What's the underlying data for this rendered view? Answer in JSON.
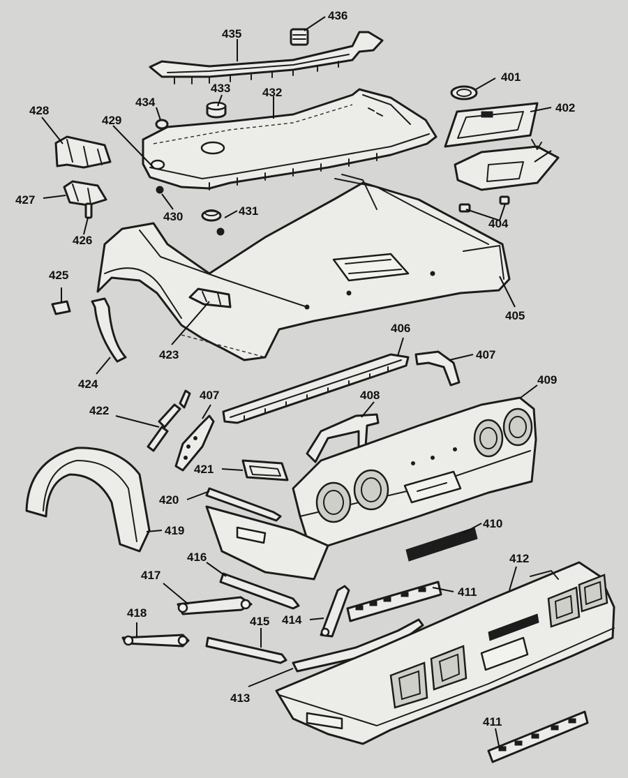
{
  "callouts": {
    "c401": "401",
    "c402": "402",
    "c404": "404",
    "c405": "405",
    "c406": "406",
    "c407a": "407",
    "c407b": "407",
    "c408": "408",
    "c409": "409",
    "c410": "410",
    "c411a": "411",
    "c411b": "411",
    "c412": "412",
    "c413": "413",
    "c414": "414",
    "c415": "415",
    "c416": "416",
    "c417": "417",
    "c418": "418",
    "c419": "419",
    "c420": "420",
    "c421": "421",
    "c422": "422",
    "c423": "423",
    "c424": "424",
    "c425": "425",
    "c426": "426",
    "c427": "427",
    "c428": "428",
    "c429": "429",
    "c430": "430",
    "c431": "431",
    "c432": "432",
    "c433": "433",
    "c434": "434",
    "c435": "435",
    "c436": "436"
  }
}
